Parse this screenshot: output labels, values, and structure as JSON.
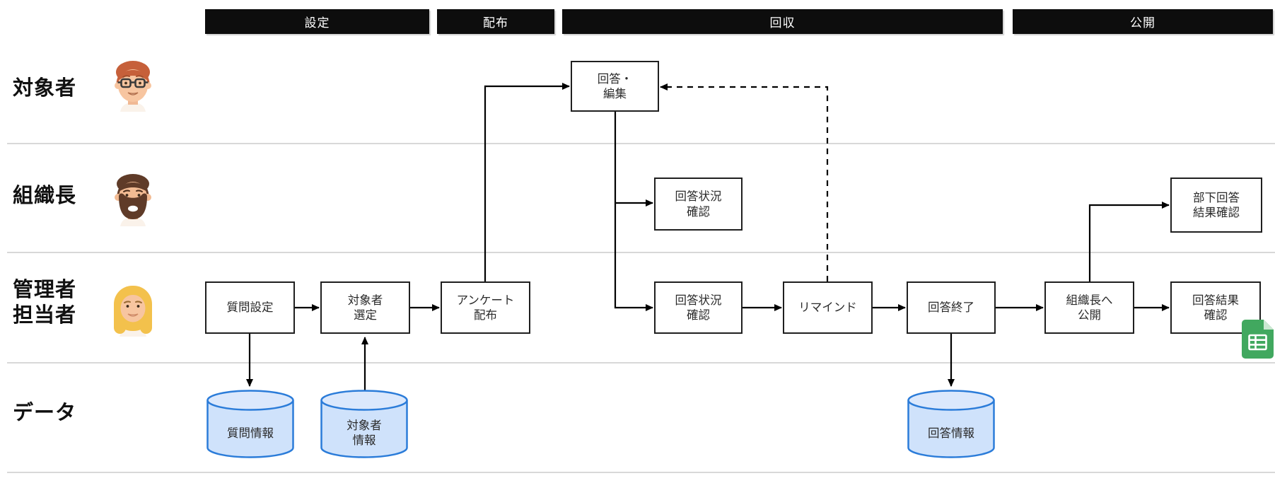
{
  "diagram": {
    "phases": [
      {
        "id": "setup",
        "label": "設定"
      },
      {
        "id": "distribution",
        "label": "配布"
      },
      {
        "id": "collection",
        "label": "回収"
      },
      {
        "id": "publication",
        "label": "公開"
      }
    ],
    "lanes": [
      {
        "id": "target-person",
        "label": "対象者"
      },
      {
        "id": "org-head",
        "label": "組織長"
      },
      {
        "id": "admin-staff",
        "label": "管理者\n担当者"
      },
      {
        "id": "data",
        "label": "データ"
      }
    ],
    "nodes": {
      "answer_edit": {
        "label": "回答・\n編集"
      },
      "org_status_check": {
        "label": "回答状況\n確認"
      },
      "subordinate_result_check": {
        "label": "部下回答\n結果確認"
      },
      "question_setting": {
        "label": "質問設定"
      },
      "target_selection": {
        "label": "対象者\n選定"
      },
      "survey_distribution": {
        "label": "アンケート\n配布"
      },
      "admin_status_check": {
        "label": "回答状況\n確認"
      },
      "remind": {
        "label": "リマインド"
      },
      "answer_close": {
        "label": "回答終了"
      },
      "publish_to_org_head": {
        "label": "組織長へ\n公開"
      },
      "result_check": {
        "label": "回答結果\n確認"
      }
    },
    "datastores": [
      {
        "id": "question-info",
        "label": "質問情報"
      },
      {
        "id": "target-info",
        "label": "対象者\n情報"
      },
      {
        "id": "answer-info",
        "label": "回答情報"
      }
    ],
    "icons": {
      "avatar_target": "3d-avatar-man-glasses",
      "avatar_org_head": "3d-avatar-man-beard",
      "avatar_admin": "3d-avatar-woman-blonde",
      "spreadsheet": "green-spreadsheet-icon"
    },
    "colors": {
      "phase-bar-bg": "#0d0d0d",
      "phase-bar-text": "#ffffff",
      "node-border": "#1f1f1f",
      "node-bg": "#ffffff",
      "node-text": "#2b2b2b",
      "connector": "#000000",
      "lane-divider": "#d8d8d8",
      "lane-text": "#111111",
      "datastore-body": "#cfe2fb",
      "datastore-top": "#dbe8fc",
      "datastore-stroke": "#2b7cd9",
      "spreadsheet-green": "#41a85f",
      "spreadsheet-fold": "#cbe8d2"
    }
  }
}
